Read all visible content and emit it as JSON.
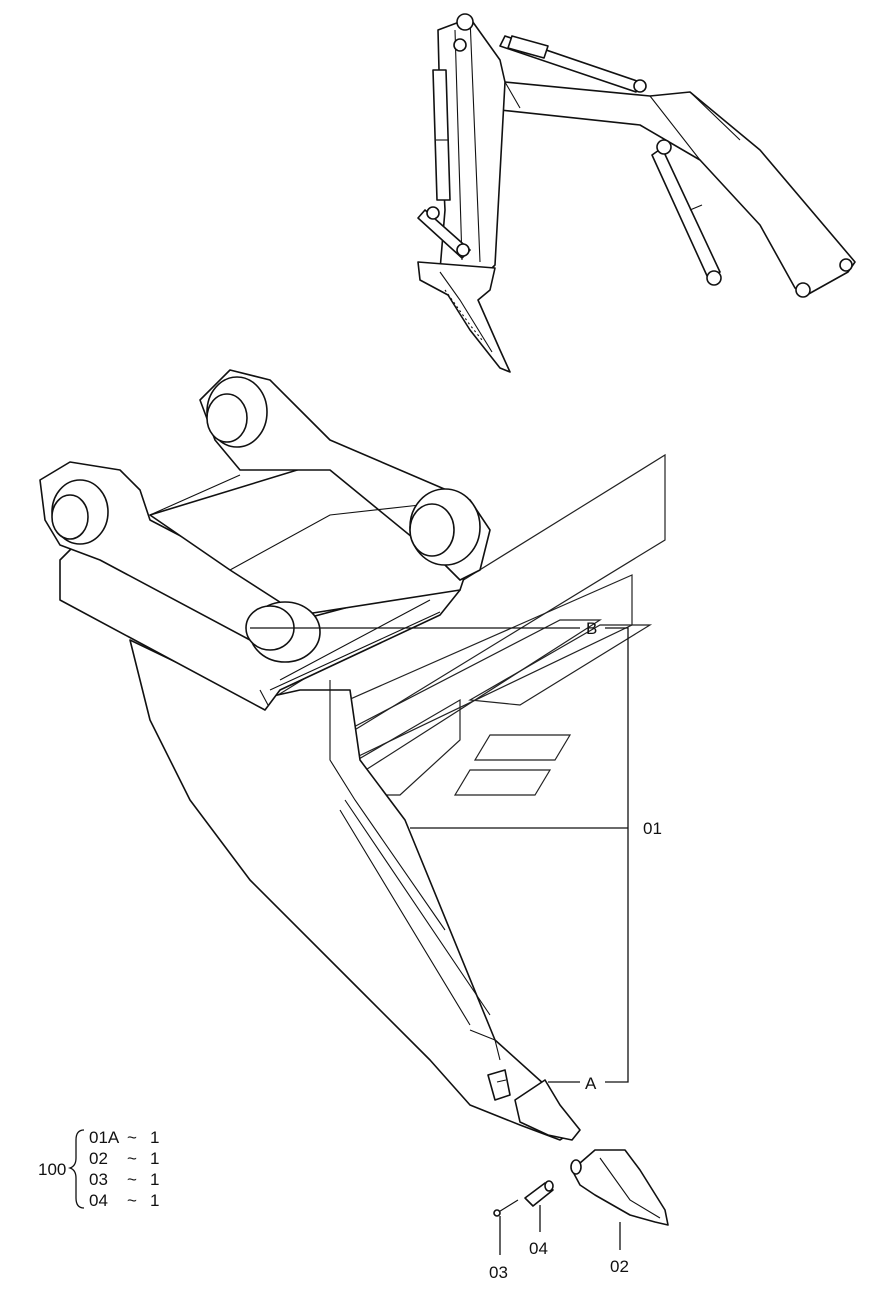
{
  "callouts": {
    "label_b": "B",
    "label_01": "01",
    "label_a": "A",
    "label_02": "02",
    "label_03": "03",
    "label_04": "04"
  },
  "kit": {
    "assembly_no": "100",
    "rows": [
      {
        "part": "01A",
        "sep": "~",
        "qty": "1"
      },
      {
        "part": "02",
        "sep": "~",
        "qty": "1"
      },
      {
        "part": "03",
        "sep": "~",
        "qty": "1"
      },
      {
        "part": "04",
        "sep": "~",
        "qty": "1"
      }
    ]
  }
}
